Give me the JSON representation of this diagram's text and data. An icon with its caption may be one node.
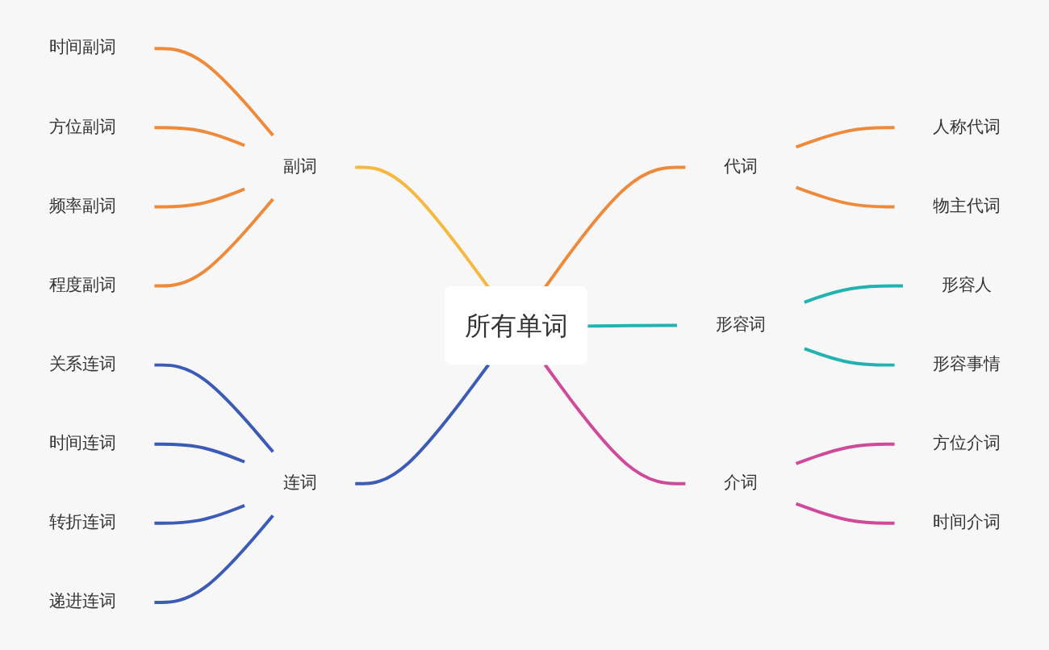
{
  "diagram": {
    "nodes": [
      {
        "text": [
          "所有单词"
        ]
      },
      {
        "text": [
          "副词"
        ]
      },
      {
        "text": [
          "时间副词"
        ]
      },
      {
        "text": [
          "方位副词"
        ]
      },
      {
        "text": [
          "频率副词"
        ]
      },
      {
        "text": [
          "程度副词"
        ]
      },
      {
        "text": [
          "连词"
        ]
      },
      {
        "text": [
          "关系连词"
        ]
      },
      {
        "text": [
          "时间连词"
        ]
      },
      {
        "text": [
          "转折连词"
        ]
      },
      {
        "text": [
          "递进连词"
        ]
      },
      {
        "text": [
          "代词"
        ]
      },
      {
        "text": [
          "人称代词"
        ]
      },
      {
        "text": [
          "物主代词"
        ]
      },
      {
        "text": [
          "形容词"
        ]
      },
      {
        "text": [
          "形容人"
        ]
      },
      {
        "text": [
          "形容事情"
        ]
      },
      {
        "text": [
          "介词"
        ]
      },
      {
        "text": [
          "方位介词"
        ]
      },
      {
        "text": [
          "时间介词"
        ]
      }
    ],
    "edges": [
      {
        "from": 0,
        "to": 1,
        "arrow": "none",
        "color": "#f5b942"
      },
      {
        "from": 1,
        "to": 2,
        "arrow": "none",
        "color": "#ee8a3c"
      },
      {
        "from": 1,
        "to": 3,
        "arrow": "none",
        "color": "#ee8a3c"
      },
      {
        "from": 1,
        "to": 4,
        "arrow": "none",
        "color": "#ee8a3c"
      },
      {
        "from": 1,
        "to": 5,
        "arrow": "none",
        "color": "#ee8a3c"
      },
      {
        "from": 0,
        "to": 6,
        "arrow": "none",
        "color": "#3b5bb5"
      },
      {
        "from": 6,
        "to": 7,
        "arrow": "none",
        "color": "#3b5bb5"
      },
      {
        "from": 6,
        "to": 8,
        "arrow": "none",
        "color": "#3b5bb5"
      },
      {
        "from": 6,
        "to": 9,
        "arrow": "none",
        "color": "#3b5bb5"
      },
      {
        "from": 6,
        "to": 10,
        "arrow": "none",
        "color": "#3b5bb5"
      },
      {
        "from": 0,
        "to": 11,
        "arrow": "none",
        "color": "#ee8a3c"
      },
      {
        "from": 11,
        "to": 12,
        "arrow": "none",
        "color": "#ee8a3c"
      },
      {
        "from": 11,
        "to": 13,
        "arrow": "none",
        "color": "#ee8a3c"
      },
      {
        "from": 0,
        "to": 14,
        "arrow": "none",
        "color": "#22b3b0"
      },
      {
        "from": 14,
        "to": 15,
        "arrow": "none",
        "color": "#22b3b0"
      },
      {
        "from": 14,
        "to": 16,
        "arrow": "none",
        "color": "#22b3b0"
      },
      {
        "from": 0,
        "to": 17,
        "arrow": "none",
        "color": "#d04a9c"
      },
      {
        "from": 17,
        "to": 18,
        "arrow": "none",
        "color": "#d04a9c"
      },
      {
        "from": 17,
        "to": 19,
        "arrow": "none",
        "color": "#d04a9c"
      }
    ]
  }
}
